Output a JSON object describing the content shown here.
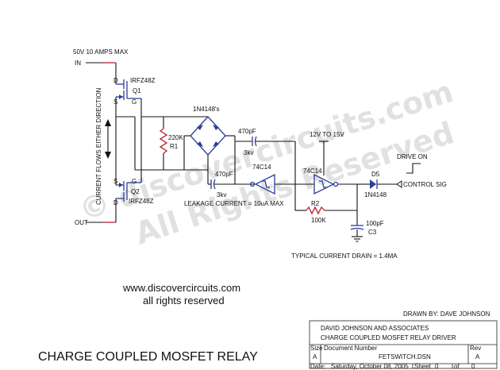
{
  "watermark": {
    "line1": "© discovercircuits.com",
    "line2": "All Rights Reserved"
  },
  "labels": {
    "supply": "50V 10 AMPS MAX",
    "in": "IN",
    "out": "OUT",
    "current_flow": "CURRENT FLOWS EITHER DIRECTION",
    "q1_part": "IRFZ48Z",
    "q1_ref": "Q1",
    "q2_part": "IRFZ48Z",
    "q2_ref": "Q2",
    "d_top": "D",
    "s_top": "S",
    "g_top": "G",
    "s_bot": "S",
    "g_bot": "G",
    "d_bot": "D",
    "bridge": "1N4148's",
    "r1_value": "220K",
    "r1_ref": "R1",
    "c_top_value": "470pF",
    "c_top_volt": "3kv",
    "c_bot_value": "470pF",
    "c_bot_volt": "3kv",
    "inv1": "74C14",
    "inv2": "74C14",
    "supply2": "12V TO 15V",
    "leakage": "LEAKAGE CURRENT = 10uA MAX",
    "r2_ref": "R2",
    "r2_value": "100K",
    "d5_ref": "D5",
    "d5_part": "1N4148",
    "c3_value": "100pF",
    "c3_ref": "C3",
    "drive_on": "DRIVE ON",
    "control_sig": "CONTROL SIG",
    "typical_current": "TYPICAL CURRENT DRAIN = 1.4MA"
  },
  "website": {
    "url": "www.discovercircuits.com",
    "rights": "all rights reserved"
  },
  "title_block": {
    "drawn_by": "DRAWN BY:  DAVE JOHNSON",
    "company": "DAVID JOHNSON AND ASSOCIATES",
    "title": "CHARGE COUPLED MOSFET RELAY DRIVER",
    "size_label": "Size",
    "size": "A",
    "docnum_label": "Document Number",
    "docnum": "FETSWITCH.DSN",
    "rev_label": "Rev",
    "rev": "A",
    "date_label": "Date:",
    "date": "Saturday, October 08, 2005",
    "sheet_label": "Sheet",
    "sheet": "0",
    "of_label": "of",
    "of": "0"
  },
  "page_title": "CHARGE COUPLED MOSFET RELAY"
}
